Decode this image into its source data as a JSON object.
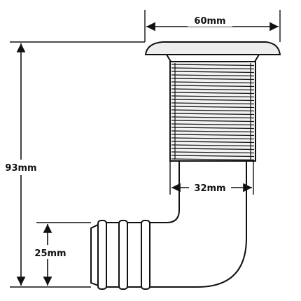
{
  "dimensions": {
    "flange_width": "60mm",
    "thread_diameter": "32mm",
    "overall_height": "93mm",
    "spigot_height": "25mm"
  },
  "colors": {
    "line": "#111111",
    "paper": "#ffffff",
    "thread_fill": "#f2f2f2",
    "flange_fill": "#eeeeee"
  },
  "icons": {
    "arrowhead": "filled-triangle"
  }
}
